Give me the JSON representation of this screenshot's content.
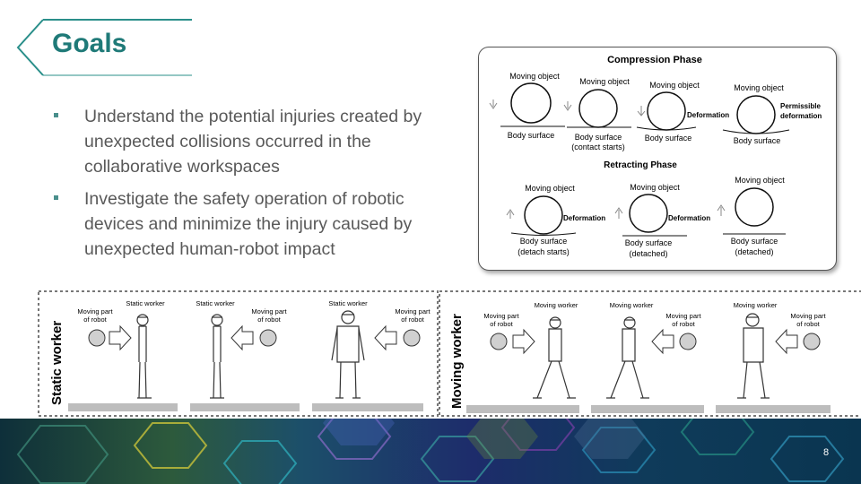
{
  "slide": {
    "title": "Goals",
    "page_number": "8",
    "accent_color": "#1f7a78"
  },
  "bullets": [
    "Understand the potential injuries created by unexpected collisions occurred in the collaborative workspaces",
    "Investigate the safety operation of robotic devices and minimize the injury caused by unexpected human-robot impact"
  ],
  "phase_figure": {
    "compression_title": "Compression Phase",
    "retracting_title": "Retracting Phase",
    "moving_object": "Moving object",
    "body_surface": "Body surface",
    "contact_starts": "(contact starts)",
    "deformation": "Deformation",
    "permissible_1": "Permissible",
    "permissible_2": "deformation",
    "detach_starts": "(detach starts)",
    "detached": "(detached)"
  },
  "workers_figure": {
    "static_label": "Static worker",
    "moving_label": "Moving worker",
    "static_worker": "Static worker",
    "moving_worker": "Moving worker",
    "moving_part_1": "Moving part",
    "moving_part_2": "of robot"
  }
}
